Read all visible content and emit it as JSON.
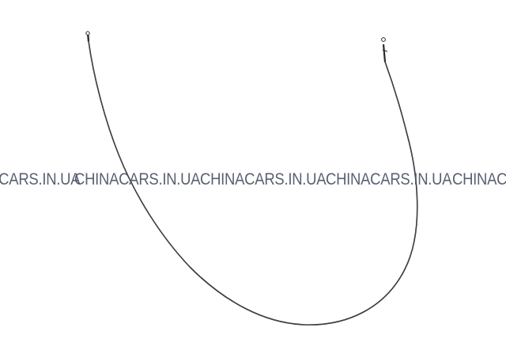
{
  "image": {
    "subject": "cable",
    "background_color": "#ffffff",
    "cable_color": "#2b2b2b"
  },
  "watermark": {
    "text": "CHINACARS.IN.UA",
    "color": "#4a5366",
    "repetitions": 5
  }
}
